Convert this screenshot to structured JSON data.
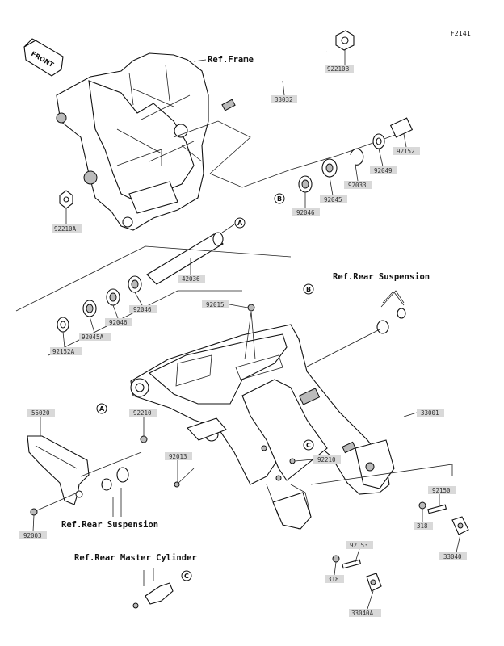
{
  "figure_code": "F2141",
  "front_label": "FRONT",
  "refs": {
    "frame": "Ref.Frame",
    "rear_susp_top": "Ref.Rear Suspension",
    "rear_susp_bottom": "Ref.Rear Suspension",
    "master_cyl": "Ref.Rear Master Cylinder"
  },
  "callouts": {
    "A": "A",
    "B": "B",
    "C": "C"
  },
  "parts": [
    {
      "id": "p92210B",
      "label": "92210B"
    },
    {
      "id": "p33032",
      "label": "33032"
    },
    {
      "id": "p92152",
      "label": "92152"
    },
    {
      "id": "p92049",
      "label": "92049"
    },
    {
      "id": "p92033",
      "label": "92033"
    },
    {
      "id": "p92045",
      "label": "92045"
    },
    {
      "id": "p92046a",
      "label": "92046"
    },
    {
      "id": "p92210A",
      "label": "92210A"
    },
    {
      "id": "p42036",
      "label": "42036"
    },
    {
      "id": "p92046b",
      "label": "92046"
    },
    {
      "id": "p92046c",
      "label": "92046"
    },
    {
      "id": "p92045A",
      "label": "92045A"
    },
    {
      "id": "p92152A",
      "label": "92152A"
    },
    {
      "id": "p92015",
      "label": "92015"
    },
    {
      "id": "p33001",
      "label": "33001"
    },
    {
      "id": "p55020",
      "label": "55020"
    },
    {
      "id": "p92210",
      "label": "92210"
    },
    {
      "id": "p92013",
      "label": "92013"
    },
    {
      "id": "p92210c",
      "label": "92210"
    },
    {
      "id": "p92150",
      "label": "92150"
    },
    {
      "id": "p318a",
      "label": "318"
    },
    {
      "id": "p33040",
      "label": "33040"
    },
    {
      "id": "p92153",
      "label": "92153"
    },
    {
      "id": "p318b",
      "label": "318"
    },
    {
      "id": "p33040A",
      "label": "33040A"
    },
    {
      "id": "p92003",
      "label": "92003"
    }
  ]
}
